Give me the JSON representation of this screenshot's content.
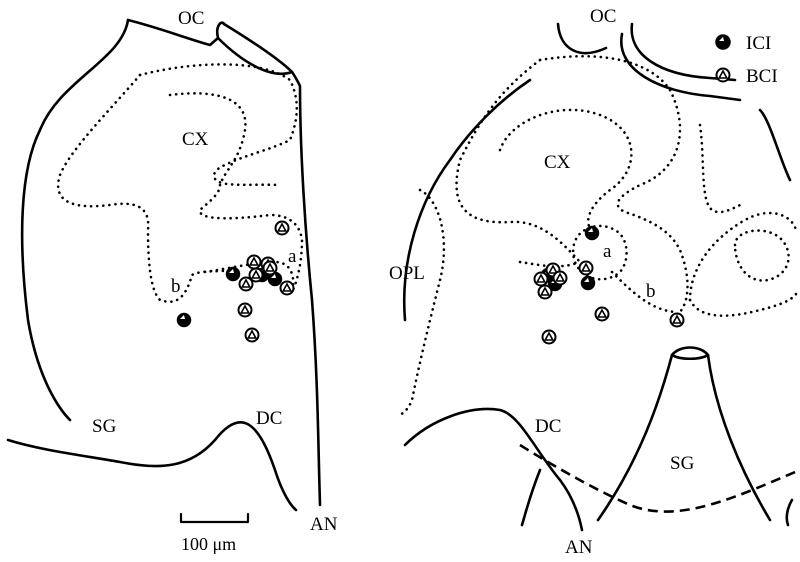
{
  "left_panel": {
    "labels": {
      "oc": "OC",
      "cx": "CX",
      "a": "a",
      "b": "b",
      "sg": "SG",
      "dc": "DC",
      "an": "AN"
    },
    "ici_cells": 4,
    "bci_cells": 9
  },
  "right_panel": {
    "labels": {
      "oc": "OC",
      "cx": "CX",
      "opl": "OPL",
      "a": "a",
      "b": "b",
      "dc": "DC",
      "sg": "SG",
      "an": "AN"
    },
    "ici_cells": 4,
    "bci_cells": 8
  },
  "legend": {
    "items": [
      {
        "label": "ICI",
        "marker": "filled-circle"
      },
      {
        "label": "BCI",
        "marker": "open-circle-triangle"
      }
    ]
  },
  "scale_bar": {
    "label": "100 μm"
  },
  "colors": {
    "ink": "#000000",
    "background": "#ffffff"
  }
}
